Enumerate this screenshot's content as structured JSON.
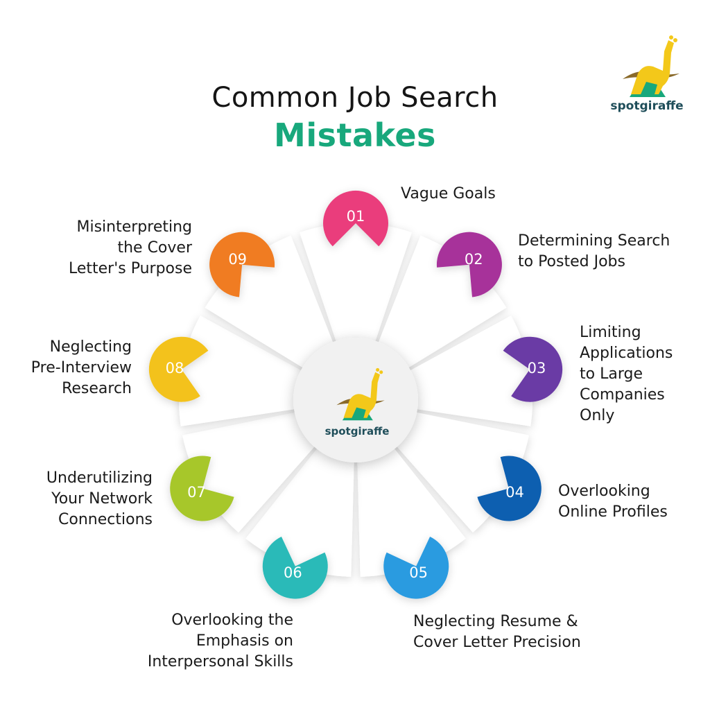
{
  "title": {
    "line1": "Common Job Search",
    "line2": "Mistakes"
  },
  "brand": {
    "name": "spotgiraffe",
    "colors": {
      "accent_green": "#18a87c",
      "giraffe_yellow": "#f3c81a",
      "text_dark": "#1f4e5a"
    }
  },
  "items": [
    {
      "number": "01",
      "label": [
        "Vague Goals"
      ],
      "color": "#ea3c7b"
    },
    {
      "number": "02",
      "label": [
        "Determining Search",
        "to Posted Jobs"
      ],
      "color": "#a7309a"
    },
    {
      "number": "03",
      "label": [
        "Limiting",
        "Applications",
        "to Large",
        "Companies",
        "Only"
      ],
      "color": "#6a3aa5"
    },
    {
      "number": "04",
      "label": [
        "Overlooking",
        "Online Profiles"
      ],
      "color": "#0f5fb0"
    },
    {
      "number": "05",
      "label": [
        "Neglecting Resume &",
        "Cover Letter Precision"
      ],
      "color": "#2a9be0"
    },
    {
      "number": "06",
      "label": [
        "Overlooking the",
        "Emphasis on",
        "Interpersonal Skills"
      ],
      "color": "#2bbab8"
    },
    {
      "number": "07",
      "label": [
        "Underutilizing",
        "Your Network",
        "Connections"
      ],
      "color": "#a7c72b"
    },
    {
      "number": "08",
      "label": [
        "Neglecting",
        "Pre-Interview",
        "Research"
      ],
      "color": "#f3c21b"
    },
    {
      "number": "09",
      "label": [
        "Misinterpreting",
        "the Cover",
        "Letter's Purpose"
      ],
      "color": "#f07b20"
    }
  ]
}
